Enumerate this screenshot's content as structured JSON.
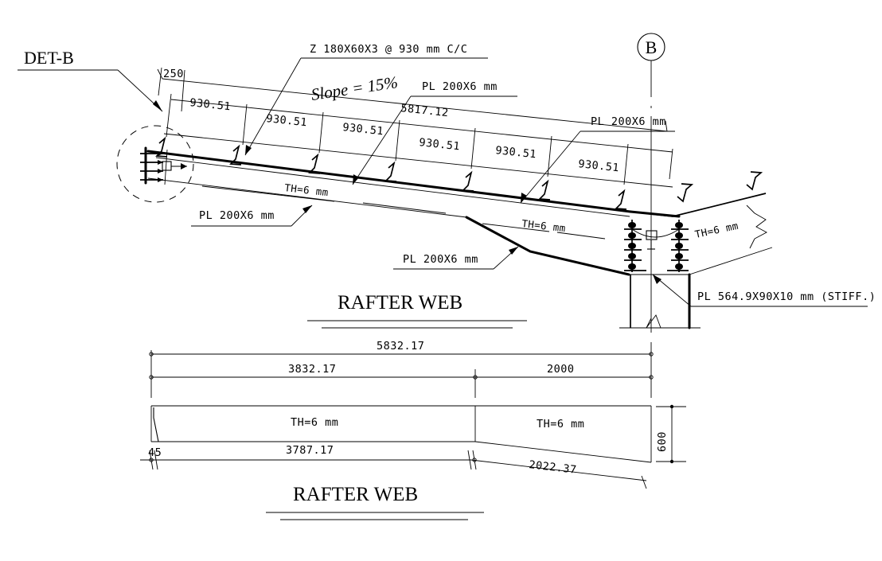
{
  "drawing": {
    "title_upper": "RAFTER WEB",
    "title_lower": "RAFTER WEB",
    "detail_tag": "DET-B",
    "grid_bubble": "B",
    "slope_note": "Slope = 15%",
    "purlin_note": "Z 180X60X3 @ 930 mm C/C",
    "stiffener_note": "PL 564.9X90X10 mm (STIFF.)",
    "overall_top_dim": "5817.12",
    "plate_notes": [
      {
        "id": "pl-top-mid",
        "text": "PL 200X6 mm"
      },
      {
        "id": "pl-top-right",
        "text": "PL 200X6 mm"
      },
      {
        "id": "pl-bot-left",
        "text": "PL 200X6 mm"
      },
      {
        "id": "pl-bot-mid",
        "text": "PL 200X6 mm"
      }
    ],
    "thickness_notes": [
      {
        "id": "th-upper-left",
        "text": "TH=6 mm"
      },
      {
        "id": "th-upper-mid",
        "text": "TH=6 mm"
      },
      {
        "id": "th-upper-right",
        "text": "TH=6 mm"
      },
      {
        "id": "th-lower-left",
        "text": "TH=6 mm"
      },
      {
        "id": "th-lower-right",
        "text": "TH=6 mm"
      }
    ],
    "top_dim_chain": {
      "edge": "250",
      "spacings": [
        "930.51",
        "930.51",
        "930.51",
        "930.51",
        "930.51",
        "930.51"
      ]
    },
    "lower_view": {
      "overall": "5832.17",
      "left_segment": "3832.17",
      "right_segment": "2000",
      "bottom_left": "3787.17",
      "bottom_right": "2022.37",
      "end_offset": "45",
      "depth": "600"
    },
    "colors": {
      "line": "#000000",
      "background": "#ffffff"
    }
  }
}
